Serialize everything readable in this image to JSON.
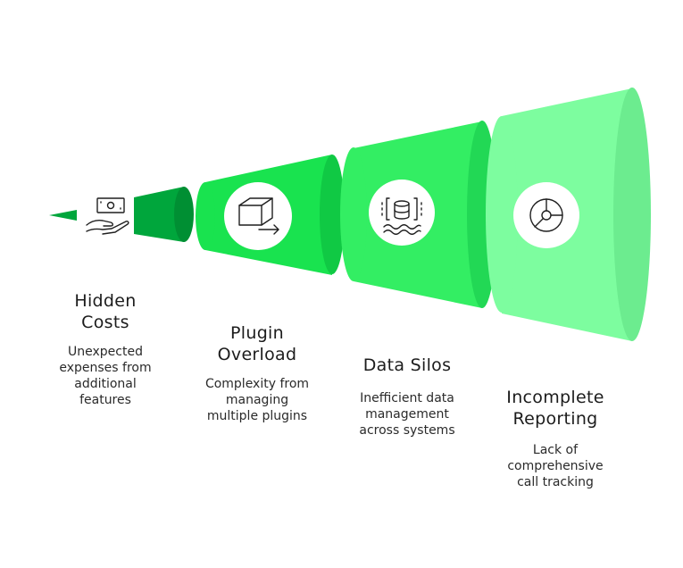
{
  "stages": [
    {
      "title": [
        "Hidden",
        "Costs"
      ],
      "desc": [
        "Unexpected",
        "expenses from",
        "additional",
        "features"
      ],
      "icon": "money-hand-icon",
      "color": "#00a63c"
    },
    {
      "title": [
        "Plugin",
        "Overload"
      ],
      "desc": [
        "Complexity from",
        "managing",
        "multiple plugins"
      ],
      "icon": "box-arrow-icon",
      "color": "#19e34f"
    },
    {
      "title": [
        "Data Silos"
      ],
      "desc": [
        "Inefficient data",
        "management",
        "across systems"
      ],
      "icon": "database-waves-icon",
      "color": "#33ee63"
    },
    {
      "title": [
        "Incomplete",
        "Reporting"
      ],
      "desc": [
        "Lack of",
        "comprehensive",
        "call tracking"
      ],
      "icon": "pie-chart-icon",
      "color": "#7dfd9f"
    }
  ]
}
